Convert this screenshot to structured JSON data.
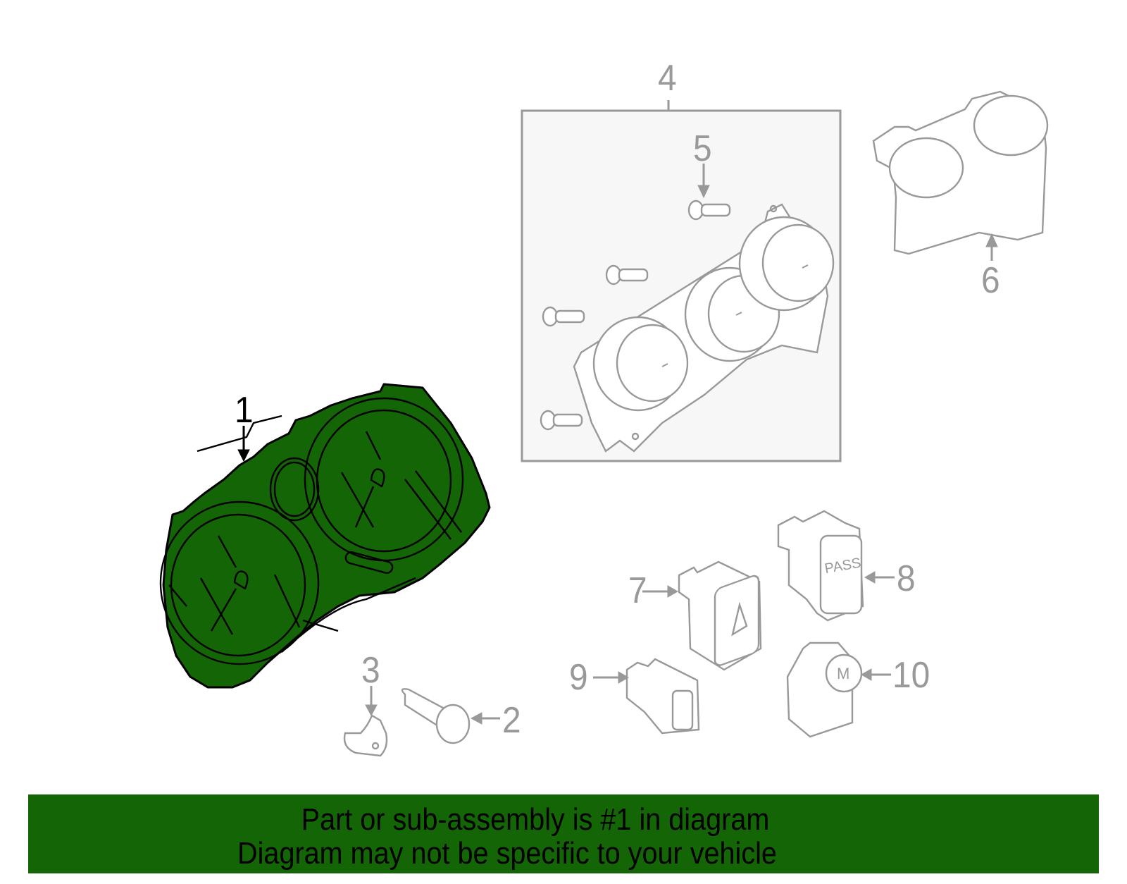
{
  "diagram": {
    "highlight_color": "#136506",
    "line_color_inactive": "#999999",
    "line_color_active": "#000000",
    "group_box_fill": "#f7f7f7",
    "callouts": [
      {
        "id": "1",
        "label": "1",
        "part": "instrument-cluster",
        "highlighted": true
      },
      {
        "id": "2",
        "label": "2",
        "part": "screw"
      },
      {
        "id": "3",
        "label": "3",
        "part": "clip"
      },
      {
        "id": "4",
        "label": "4",
        "part": "climate-control-assembly"
      },
      {
        "id": "5",
        "label": "5",
        "part": "control-screw"
      },
      {
        "id": "6",
        "label": "6",
        "part": "gauge-housing"
      },
      {
        "id": "7",
        "label": "7",
        "part": "hazard-switch"
      },
      {
        "id": "8",
        "label": "8",
        "part": "passenger-airbag-indicator"
      },
      {
        "id": "9",
        "label": "9",
        "part": "switch"
      },
      {
        "id": "10",
        "label": "10",
        "part": "mirror-switch"
      }
    ],
    "part8_face_text": "PASS",
    "part10_face_text": "M"
  },
  "banner": {
    "line1": "Part or sub-assembly is #1 in diagram",
    "line2": "Diagram may not be specific to your vehicle"
  }
}
